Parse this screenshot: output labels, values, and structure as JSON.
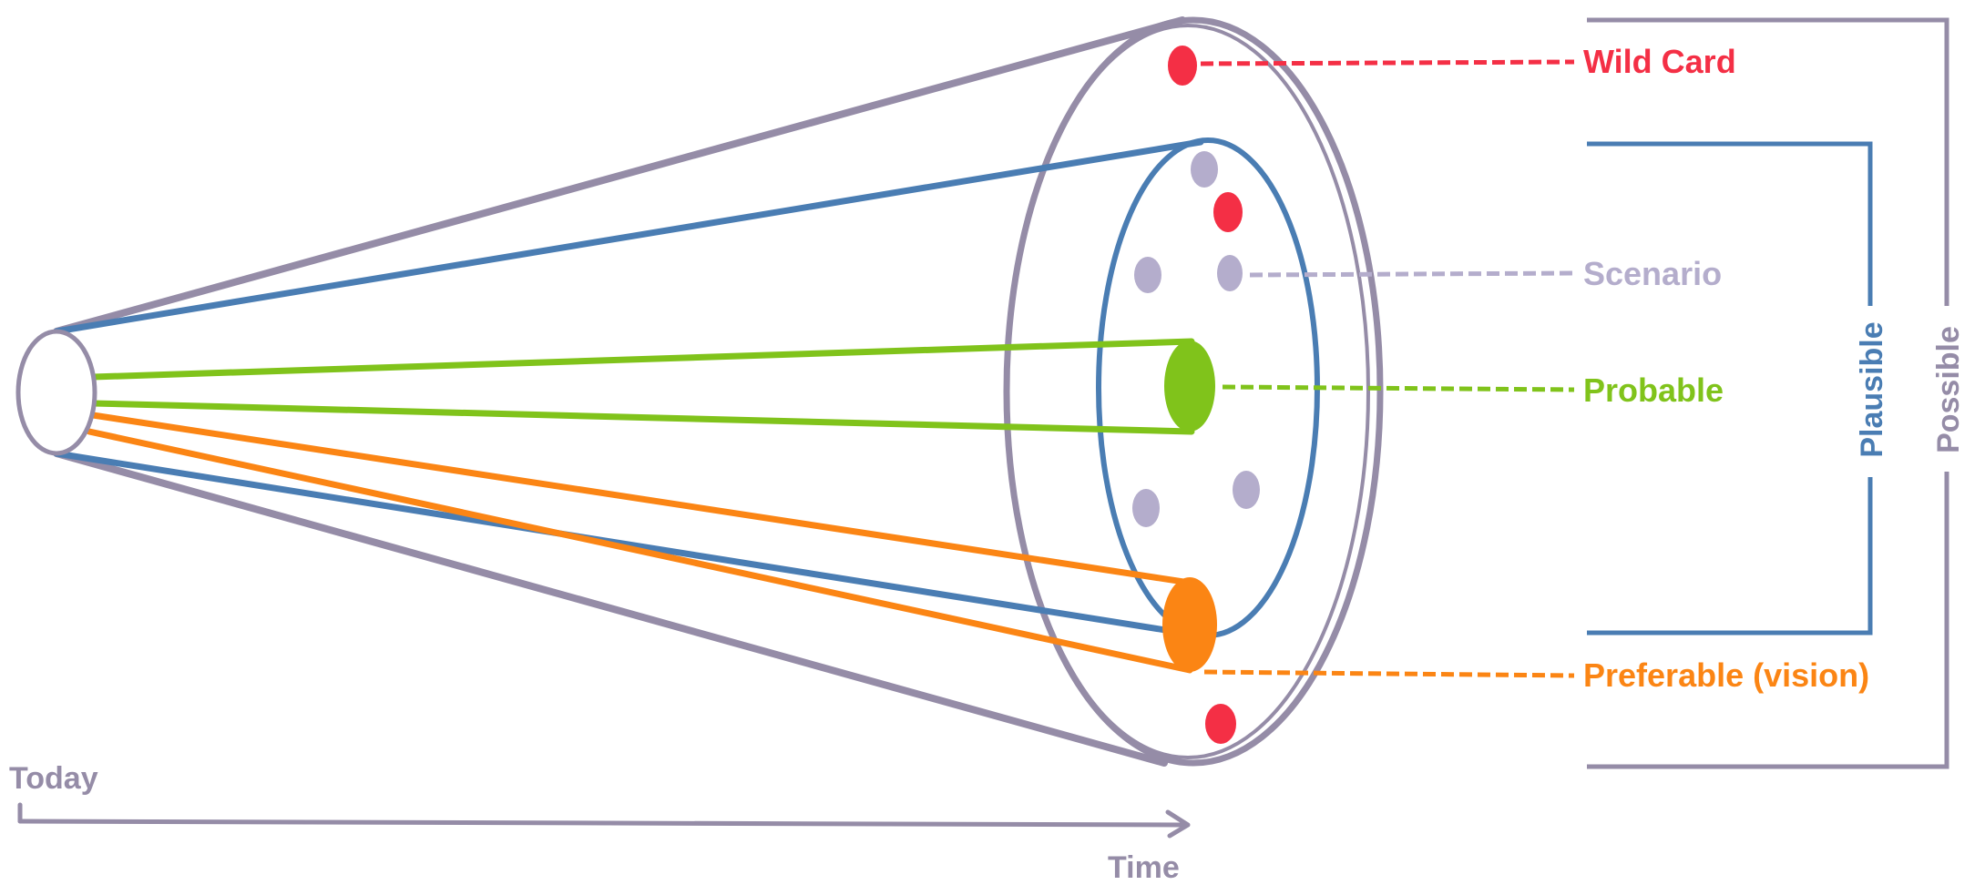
{
  "labels": {
    "wild_card": "Wild Card",
    "scenario": "Scenario",
    "probable": "Probable",
    "preferable": "Preferable (vision)",
    "plausible": "Plausible",
    "possible": "Possible",
    "today": "Today",
    "time": "Time"
  },
  "colors": {
    "possible": "#958ca7",
    "plausible": "#4a7db3",
    "probable": "#80c31b",
    "preferable": "#fb8514",
    "wild_card": "#f42f45",
    "scenario": "#b4adcc",
    "axis": "#958ca7"
  }
}
